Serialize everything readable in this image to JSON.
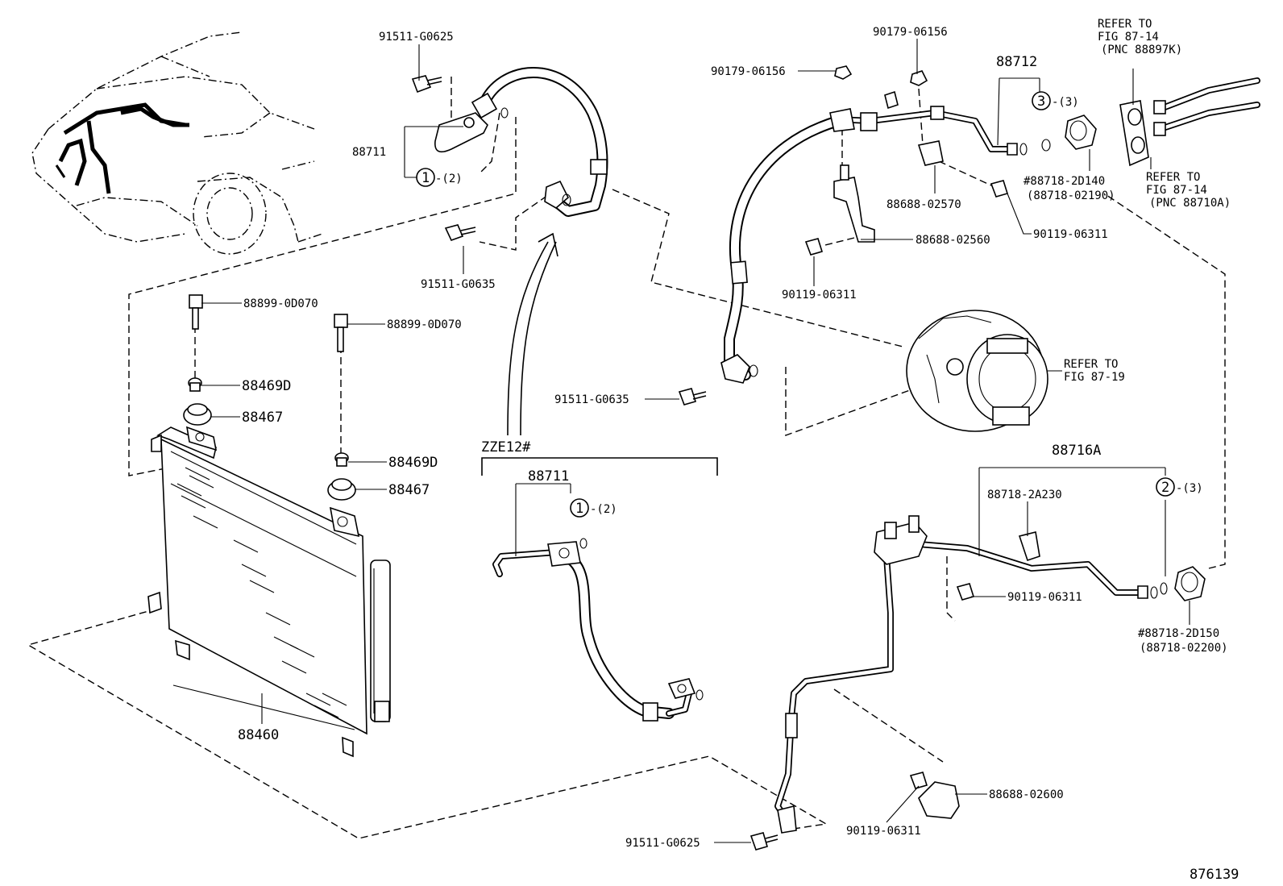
{
  "diagram_id": "876139",
  "variant_label": "ZZE12#",
  "labels": {
    "bolt_top_left": "91511-G0625",
    "hose_discharge": "88711",
    "oring_ref_1a": "-(2)",
    "bolt_mid": "91511-G0635",
    "bolt_cond_1": "88899-0D070",
    "bolt_cond_2": "88899-0D070",
    "cushion_1": "88469D",
    "mount_1": "88467",
    "cushion_2": "88469D",
    "mount_2": "88467",
    "condenser": "88460",
    "hose_variant": "88711",
    "oring_ref_1b": "-(2)",
    "bolt_comp": "91511-G0635",
    "bolt_bottom": "91511-G0625",
    "nut_top_1": "90179-06156",
    "nut_top_2": "90179-06156",
    "pipe_suction": "88712",
    "oring_ref_3": "-(3)",
    "cap_suction_main": "#88718-2D140",
    "cap_suction_alt": "(88718-02190)",
    "clamp_top": "88688-02570",
    "bolt_top_right": "90119-06311",
    "bracket_top": "88688-02560",
    "bolt_bracket": "90119-06311",
    "refer_a_1": "REFER TO",
    "refer_a_2": "FIG 87-14",
    "refer_a_3": "(PNC 88897K)",
    "refer_b_1": "REFER TO",
    "refer_b_2": "FIG 87-14",
    "refer_b_3": "(PNC 88710A)",
    "refer_c_1": "REFER TO",
    "refer_c_2": "FIG 87-19",
    "pipe_liquid": "88716A",
    "clamp_liquid": "88718-2A230",
    "oring_ref_2": "-(3)",
    "bolt_liquid": "90119-06311",
    "cap_liquid_main": "#88718-2D150",
    "cap_liquid_alt": "(88718-02200)",
    "bracket_bottom": "88688-02600",
    "bolt_bracket_bottom": "90119-06311"
  },
  "circled_numbers": {
    "c1a": "1",
    "c1b": "1",
    "c3": "3",
    "c2": "2"
  }
}
